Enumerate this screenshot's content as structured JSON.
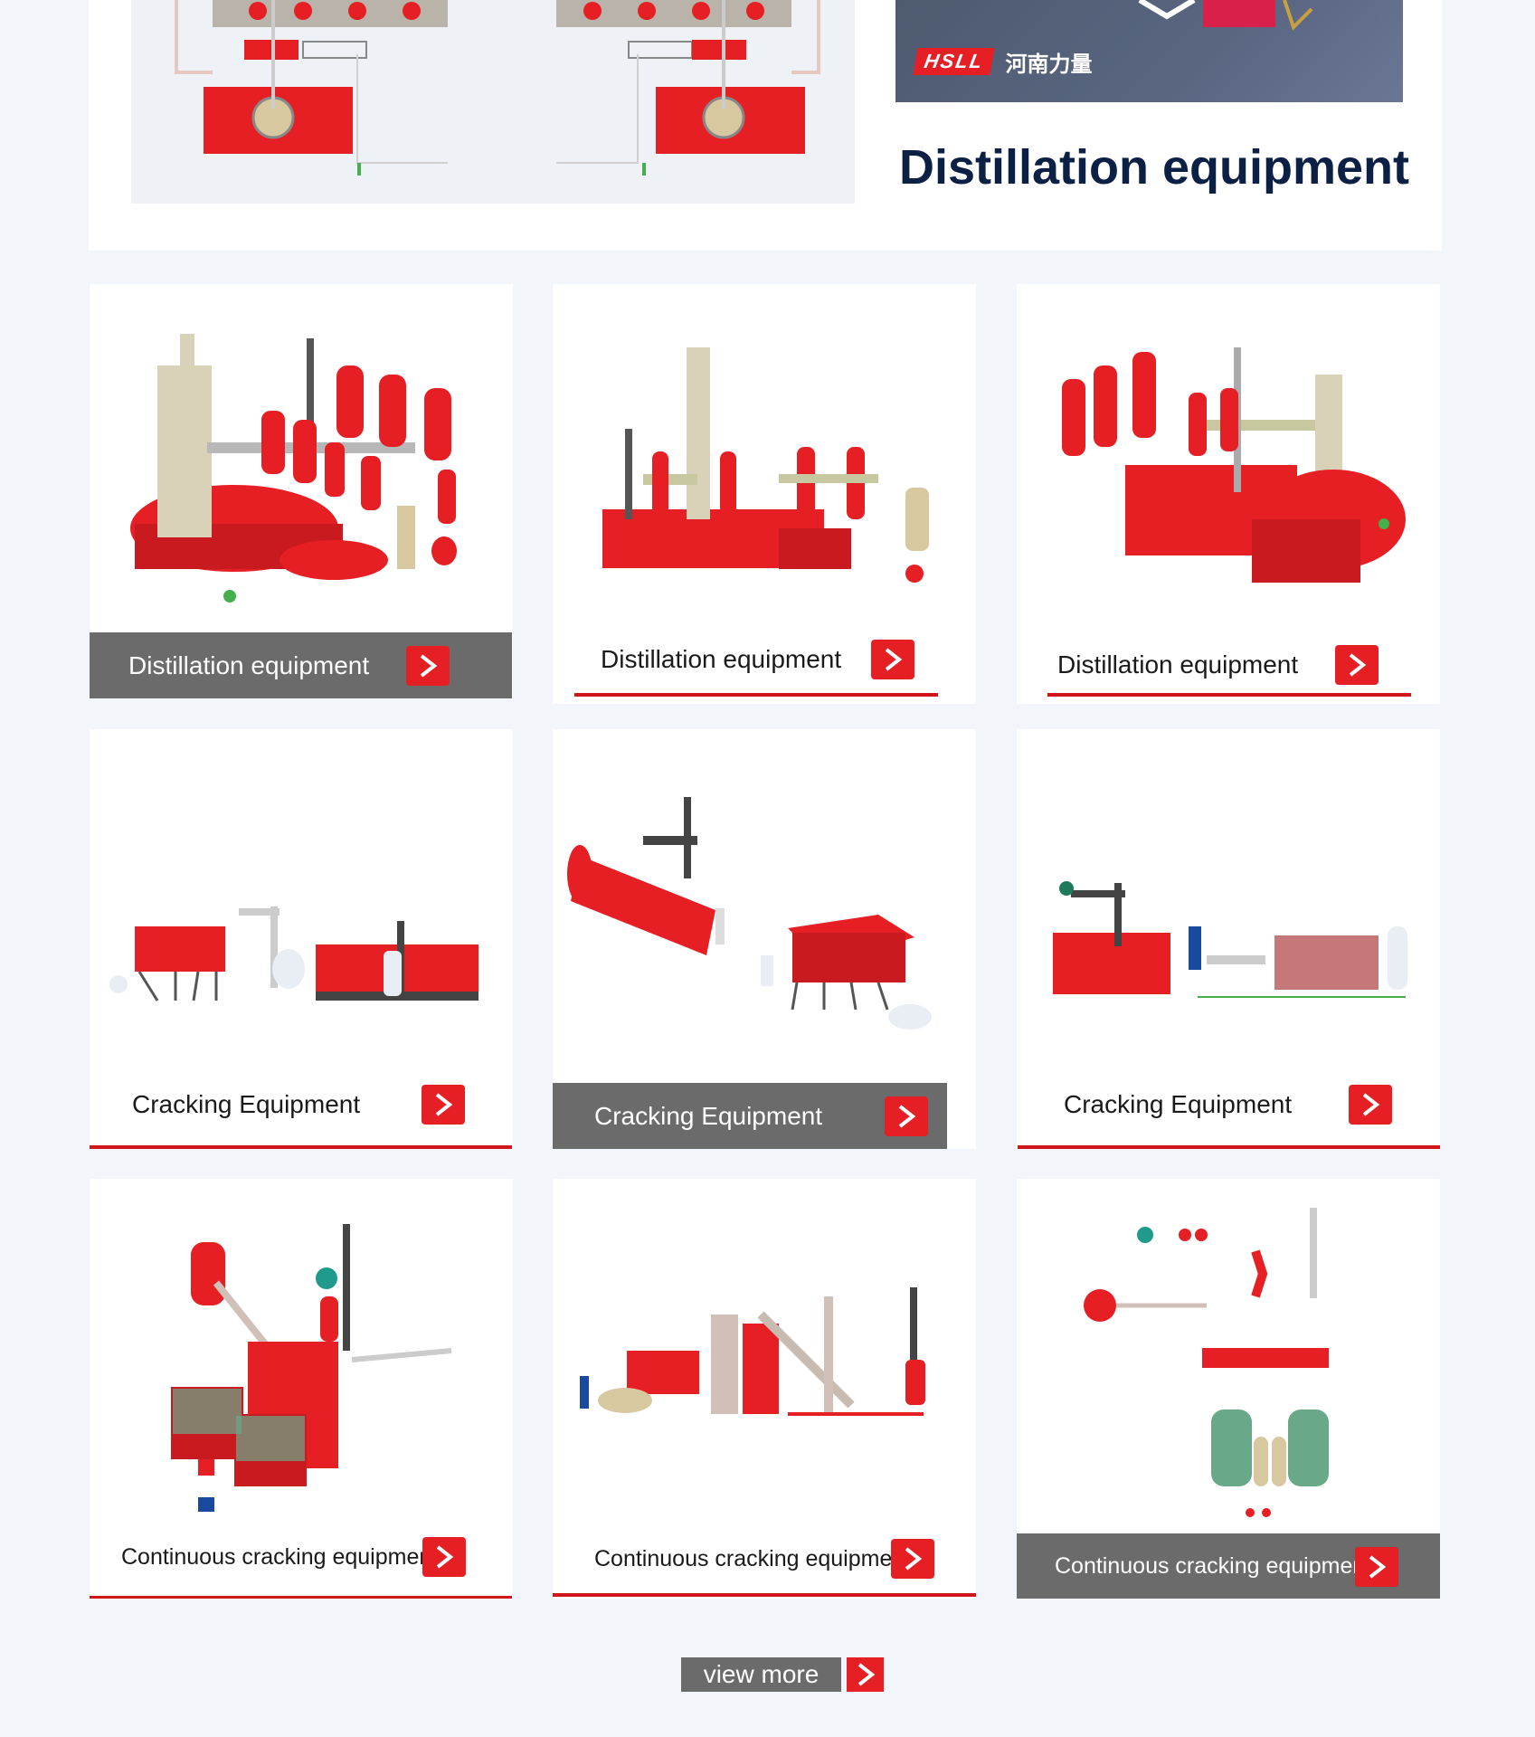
{
  "hero": {
    "title": "Distillation equipment",
    "logo_badge": "HSLL",
    "logo_cn": "河南力量"
  },
  "products": [
    {
      "label": "Distillation equipment",
      "style": "dark",
      "icon": "chevron-right-icon"
    },
    {
      "label": "Distillation equipment",
      "style": "underline",
      "icon": "chevron-right-icon"
    },
    {
      "label": "Distillation equipment",
      "style": "underline",
      "icon": "chevron-right-icon"
    },
    {
      "label": "Cracking Equipment",
      "style": "underline",
      "icon": "chevron-right-icon"
    },
    {
      "label": "Cracking Equipment",
      "style": "dark",
      "icon": "chevron-right-icon"
    },
    {
      "label": "Cracking Equipment",
      "style": "underline",
      "icon": "chevron-right-icon"
    },
    {
      "label": "Continuous cracking equipment",
      "style": "underline",
      "icon": "chevron-right-icon"
    },
    {
      "label": "Continuous cracking equipment",
      "style": "underline",
      "icon": "chevron-right-icon"
    },
    {
      "label": "Continuous cracking equipment",
      "style": "dark",
      "icon": "chevron-right-icon"
    }
  ],
  "view_more": {
    "label": "view more"
  },
  "colors": {
    "accent": "#e51f24",
    "dark_caption": "#6b6b6b",
    "title": "#0c1f45",
    "background": "#f2f6fa"
  }
}
